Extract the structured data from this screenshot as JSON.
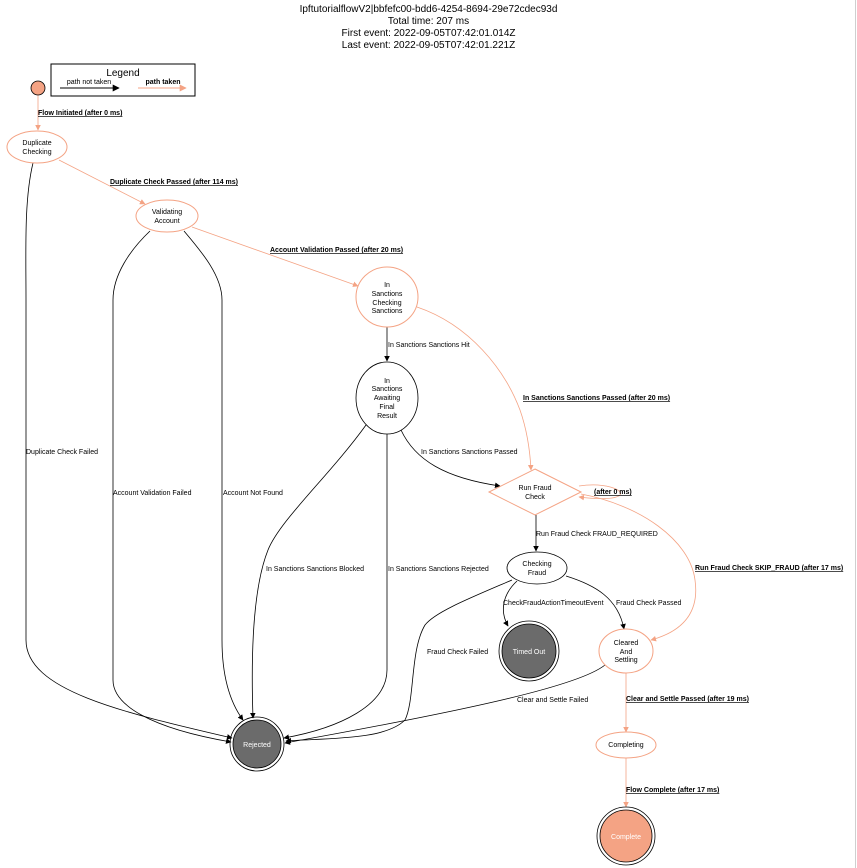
{
  "header": {
    "title": "IpftutorialflowV2|bbfefc00-bdd6-4254-8694-29e72cdec93d",
    "total_time": "Total time: 207 ms",
    "first_event": "First event: 2022-09-05T07:42:01.014Z",
    "last_event": "Last event: 2022-09-05T07:42:01.221Z"
  },
  "legend": {
    "title": "Legend",
    "not_taken": "path not taken",
    "taken": "path taken"
  },
  "colors": {
    "taken": "#f4a384",
    "terminal_fail": "#6b6b6b",
    "terminal_ok": "#f4a384",
    "not_taken": "#000000"
  },
  "nodes": {
    "duplicate_checking": [
      "Duplicate",
      "Checking"
    ],
    "validating_account": [
      "Validating",
      "Account"
    ],
    "in_sanctions_checking": [
      "In",
      "Sanctions",
      "Checking",
      "Sanctions"
    ],
    "in_sanctions_awaiting": [
      "In",
      "Sanctions",
      "Awaiting",
      "Final",
      "Result"
    ],
    "run_fraud_check": [
      "Run Fraud",
      "Check"
    ],
    "checking_fraud": [
      "Checking",
      "Fraud"
    ],
    "timed_out": "Timed Out",
    "cleared_and_settling": [
      "Cleared",
      "And",
      "Settling"
    ],
    "rejected": "Rejected",
    "completing": "Completing",
    "complete": "Complete"
  },
  "edges": {
    "flow_initiated": "Flow Initiated (after 0 ms)",
    "duplicate_check_passed": "Duplicate Check Passed (after 114 ms)",
    "account_validation_passed": "Account Validation Passed (after 20 ms)",
    "sanctions_hit": "In Sanctions Sanctions Hit",
    "sanctions_passed_taken": "In Sanctions Sanctions Passed (after 20 ms)",
    "sanctions_passed": "In Sanctions Sanctions Passed",
    "after_0": "(after 0 ms)",
    "fraud_required": "Run Fraud Check FRAUD_REQUIRED",
    "skip_fraud": "Run Fraud Check SKIP_FRAUD (after 17 ms)",
    "timeout_event": "CheckFraudActionTimeoutEvent",
    "fraud_check_passed": "Fraud Check Passed",
    "fraud_check_failed": "Fraud Check Failed",
    "duplicate_check_failed": "Duplicate Check Failed",
    "account_validation_failed": "Account Validation Failed",
    "account_not_found": "Account Not Found",
    "sanctions_blocked": "In Sanctions Sanctions Blocked",
    "sanctions_rejected": "In Sanctions Sanctions Rejected",
    "clear_settle_failed": "Clear and Settle Failed",
    "clear_settle_passed": "Clear and Settle Passed (after 19 ms)",
    "flow_complete": "Flow Complete (after 17 ms)"
  }
}
